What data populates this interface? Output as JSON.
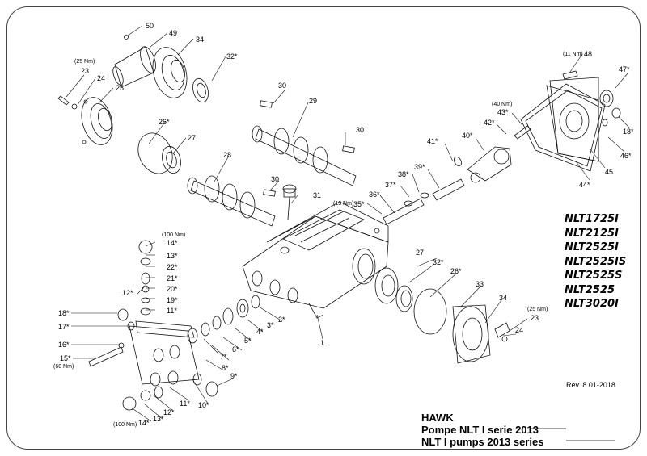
{
  "labels": {
    "p1": "1",
    "p2": "2*",
    "p3": "3*",
    "p4": "4*",
    "p5": "5*",
    "p6": "6*",
    "p7": "7*",
    "p8": "8*",
    "p9": "9*",
    "p10": "10*",
    "p11a": "11*",
    "p11b": "11*",
    "p12a": "12*",
    "p12b": "12*",
    "p13a": "13*",
    "p13b": "13*",
    "p14a": "14*",
    "p14b": "14*",
    "p15": "15*",
    "p16": "16*",
    "p17": "17*",
    "p18a": "18*",
    "p18b": "18*",
    "p19": "19*",
    "p20": "20*",
    "p21": "21*",
    "p22": "22*",
    "p23a": "23",
    "p23b": "23",
    "p24a": "24",
    "p24b": "24",
    "p25a": "25",
    "p25b": "45",
    "p26a": "26*",
    "p26b": "26*",
    "p27a": "27",
    "p27b": "27",
    "p28": "28",
    "p29": "29",
    "p30a": "30",
    "p30b": "30",
    "p30c": "30",
    "p31": "31",
    "p32a": "32*",
    "p32b": "32*",
    "p33": "33",
    "p34a": "34",
    "p34b": "34",
    "p35": "35*",
    "p36": "36*",
    "p37": "37*",
    "p38": "38*",
    "p39": "39*",
    "p40": "40*",
    "p41": "41*",
    "p42": "42*",
    "p43": "43*",
    "p44": "44*",
    "p46": "46*",
    "p47": "47*",
    "p48": "48",
    "p49": "49",
    "p50": "50"
  },
  "torques": {
    "t23a": "(25 Nm)",
    "t23b": "(25 Nm)",
    "t14a": "(100 Nm)",
    "t14b": "(100 Nm)",
    "t15": "(60 Nm)",
    "t35": "(13 Nm)",
    "t43": "(40 Nm)",
    "t48": "(11 Nm)"
  },
  "models": [
    "NLT1725I",
    "NLT2125I",
    "NLT2525I",
    "NLT2525IS",
    "NLT2525S",
    "NLT2525",
    "NLT3020I"
  ],
  "revision": "Rev. 8 01-2018",
  "title": {
    "brand": "HAWK",
    "line1": "Pompe NLT I serie 2013",
    "line2": "NLT I pumps 2013 series"
  }
}
